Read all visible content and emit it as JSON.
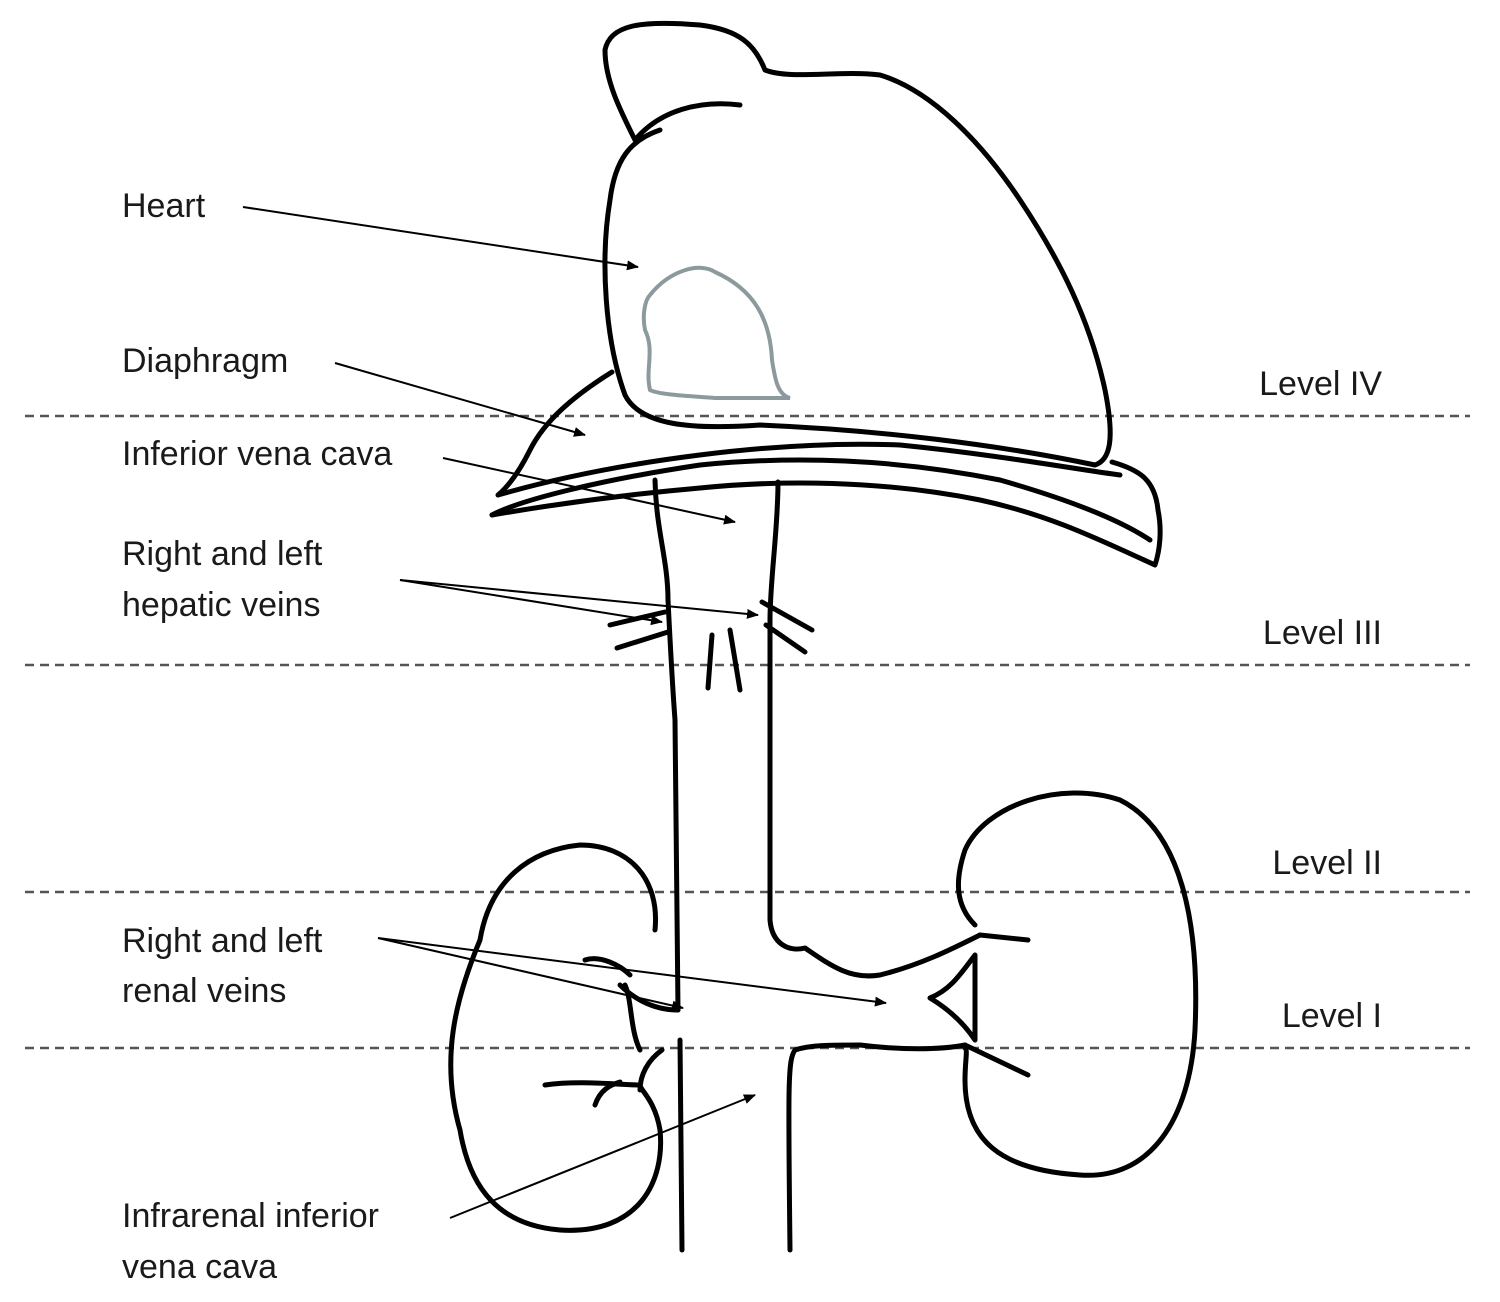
{
  "labels": {
    "heart": "Heart",
    "diaphragm": "Diaphragm",
    "ivc": "Inferior vena cava",
    "hepatic_line1": "Right and left",
    "hepatic_line2": "hepatic veins",
    "renal_line1": "Right and left",
    "renal_line2": "renal veins",
    "infrarenal_line1": "Infrarenal inferior",
    "infrarenal_line2": "vena cava"
  },
  "levels": {
    "iv": "Level IV",
    "iii": "Level III",
    "ii": "Level II",
    "i": "Level I"
  },
  "colors": {
    "outline": "#000000",
    "atrium": "#8c9a9e",
    "dash": "#555555"
  }
}
